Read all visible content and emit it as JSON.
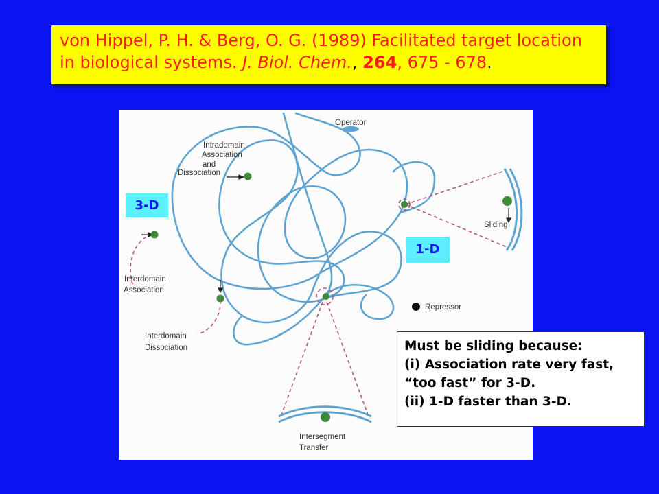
{
  "citation": {
    "authors": "von Hippel, P. H. & Berg, O. G. (1989) Facilitated target location in biological systems.",
    "journal": "J. Biol. Chem.",
    "sep1": ",",
    "volume": "264",
    "pages": ", 675 - 678",
    "end": "."
  },
  "figure": {
    "labels": {
      "operator": "Operator",
      "intradomain_1": "Intradomain",
      "intradomain_2": "Association",
      "intradomain_3": "and",
      "intradomain_4": "Dissociation",
      "interdomain_assoc_1": "Interdomain",
      "interdomain_assoc_2": "Association",
      "interdomain_dissoc_1": "Interdomain",
      "interdomain_dissoc_2": "Dissociation",
      "sliding": "Sliding",
      "repressor": "Repressor",
      "intersegment_1": "Intersegment",
      "intersegment_2": "Transfer"
    },
    "colors": {
      "dna": "#5fa3d0",
      "protein": "#3f8a3a",
      "dashed": "#b0587a"
    }
  },
  "tags": {
    "three_d": "3-D",
    "one_d": "1-D"
  },
  "note": {
    "line1": "Must be sliding because:",
    "line2": "(i) Association rate very fast,",
    "line3": "“too fast” for 3-D.",
    "line4": "(ii) 1-D faster than 3-D."
  }
}
